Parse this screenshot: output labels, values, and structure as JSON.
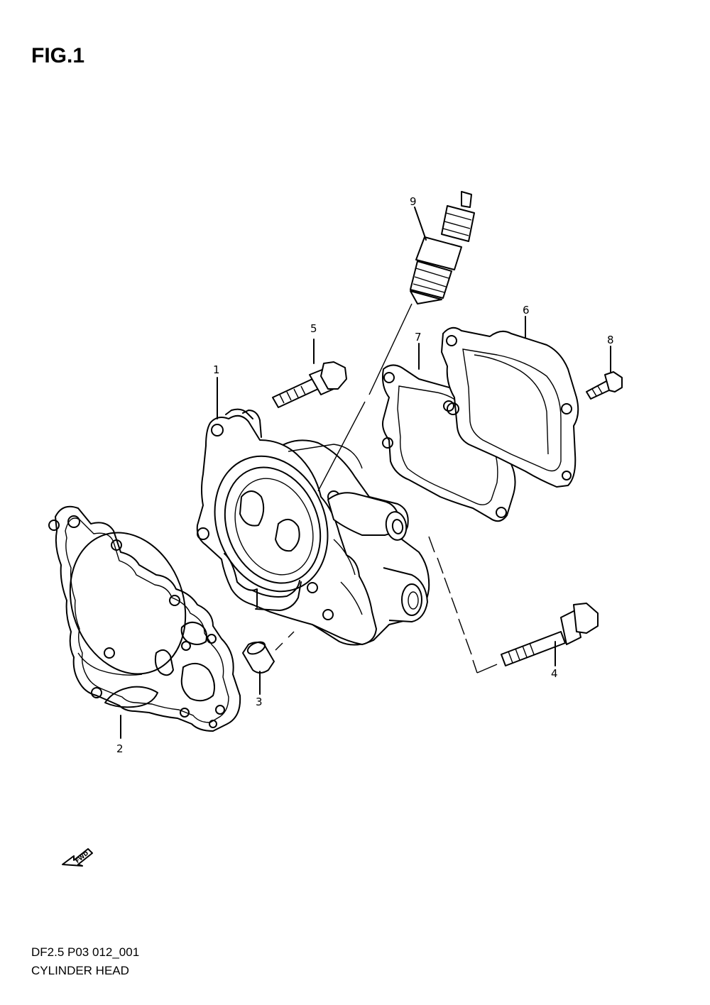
{
  "figure": {
    "title": "FIG.1",
    "code": "DF2.5 P03 012_001",
    "name": "CYLINDER HEAD"
  },
  "callouts": [
    {
      "id": "1",
      "label": "1"
    },
    {
      "id": "2",
      "label": "2"
    },
    {
      "id": "3",
      "label": "3"
    },
    {
      "id": "4",
      "label": "4"
    },
    {
      "id": "5",
      "label": "5"
    },
    {
      "id": "6",
      "label": "6"
    },
    {
      "id": "7",
      "label": "7"
    },
    {
      "id": "8",
      "label": "8"
    },
    {
      "id": "9",
      "label": "9"
    }
  ],
  "icons": {
    "fwd_arrow": {
      "name": "fwd-arrow-icon",
      "text": "FWD"
    }
  },
  "colors": {
    "line": "#000000",
    "background": "#ffffff"
  }
}
